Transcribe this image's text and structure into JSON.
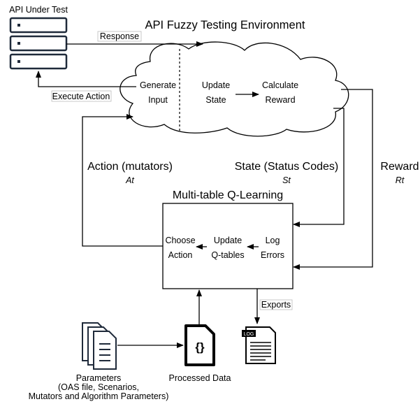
{
  "server": {
    "title": "API Under Test"
  },
  "environment": {
    "title": "API Fuzzy Testing Environment",
    "generate": [
      "Generate",
      "Input"
    ],
    "update": [
      "Update",
      "State"
    ],
    "reward": [
      "Calculate",
      "Reward"
    ]
  },
  "edges": {
    "response": "Response",
    "execute": "Execute Action",
    "exports": "Exports"
  },
  "signals": {
    "action": "Action (mutators)",
    "action_sym": "At",
    "state": "State (Status Codes)",
    "state_sym": "St",
    "reward": "Reward",
    "reward_sym": "Rt"
  },
  "qlearning": {
    "title": "Multi-table Q-Learning",
    "choose": [
      "Choose",
      "Action"
    ],
    "update": [
      "Update",
      "Q-tables"
    ],
    "log": [
      "Log",
      "Errors"
    ]
  },
  "bottom": {
    "params": [
      "Parameters",
      "(OAS file, Scenarios,",
      "Mutators and Algorithm Parameters)"
    ],
    "processed": "Processed Data",
    "log_badge": "LOG",
    "braces": "{}"
  }
}
